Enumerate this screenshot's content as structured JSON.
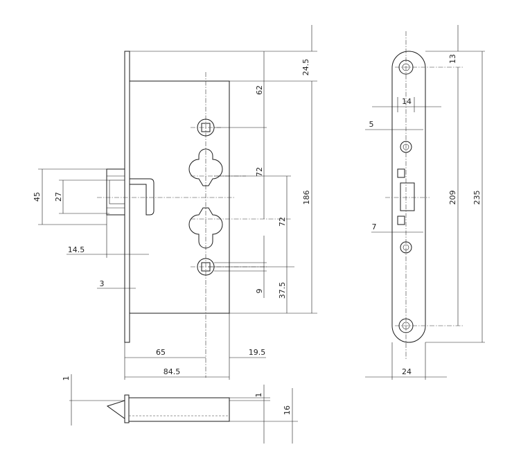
{
  "front_view": {
    "dims": {
      "backset": "65",
      "faceplate_to_edge": "19.5",
      "case_depth": "84.5",
      "case_height": "186",
      "top_offset": "24.5",
      "top_to_follower": "62",
      "follower_to_cylinder": "72",
      "cylinder_to_follower": "72",
      "bottom_follower_offset": "37.5",
      "follower_square": "9",
      "latch_height": "45",
      "latch_inner": "27",
      "latch_projection": "14.5",
      "faceplate_thickness": "3"
    }
  },
  "side_view": {
    "dims": {
      "top_hole": "13",
      "slot_width": "14",
      "offset_5": "5",
      "offset_7": "7",
      "hole_spacing": "209",
      "plate_height": "235",
      "plate_width": "24"
    }
  },
  "bottom_view": {
    "dims": {
      "plate_thickness": "1",
      "flange_thickness": "1",
      "body_height": "16"
    }
  },
  "colors": {
    "line": "#1a1a1a",
    "background": "#ffffff"
  }
}
